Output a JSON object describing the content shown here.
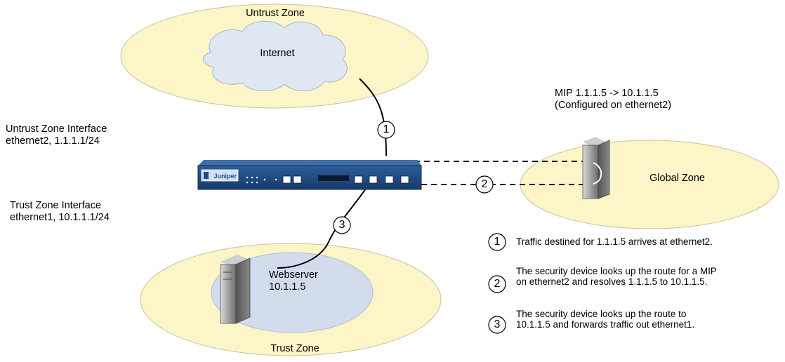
{
  "zones": {
    "untrust": "Untrust Zone",
    "internet": "Internet",
    "global": "Global Zone",
    "trust": "Trust Zone",
    "webserver": {
      "name": "Webserver",
      "ip": "10.1.1.5"
    }
  },
  "interfaces": {
    "untrust": {
      "line1": "Untrust Zone Interface",
      "line2": "ethernet2, 1.1.1.1/24"
    },
    "trust": {
      "line1": "Trust Zone Interface",
      "line2": "ethernet1, 10.1.1.1/24"
    }
  },
  "mip": {
    "line1": "MIP 1.1.1.5 -> 10.1.1.5",
    "line2": "(Configured on ethernet2)"
  },
  "device": {
    "brand": "Juniper"
  },
  "markers": {
    "one": "1",
    "two": "2",
    "three": "3"
  },
  "legend": [
    {
      "num": "1",
      "line1": "Traffic destined for 1.1.1.5 arrives at ethernet2.",
      "line2": ""
    },
    {
      "num": "2",
      "line1": "The security device looks up the route for a MIP",
      "line2": "on ethernet2 and resolves 1.1.1.5 to 10.1.1.5."
    },
    {
      "num": "3",
      "line1": "The security device looks up the route to",
      "line2": "10.1.1.5 and forwards traffic out  ethernet1."
    }
  ],
  "colors": {
    "zone_fill": "#fbf5c8",
    "zone_stroke": "#c9c29a",
    "cloud_fill": "#dfe8f2",
    "cloud_stroke": "#a9b6c6",
    "webserver_zone_fill": "#d3dced",
    "device_blue": "#1f4e8c",
    "device_dark": "#173b6b"
  }
}
